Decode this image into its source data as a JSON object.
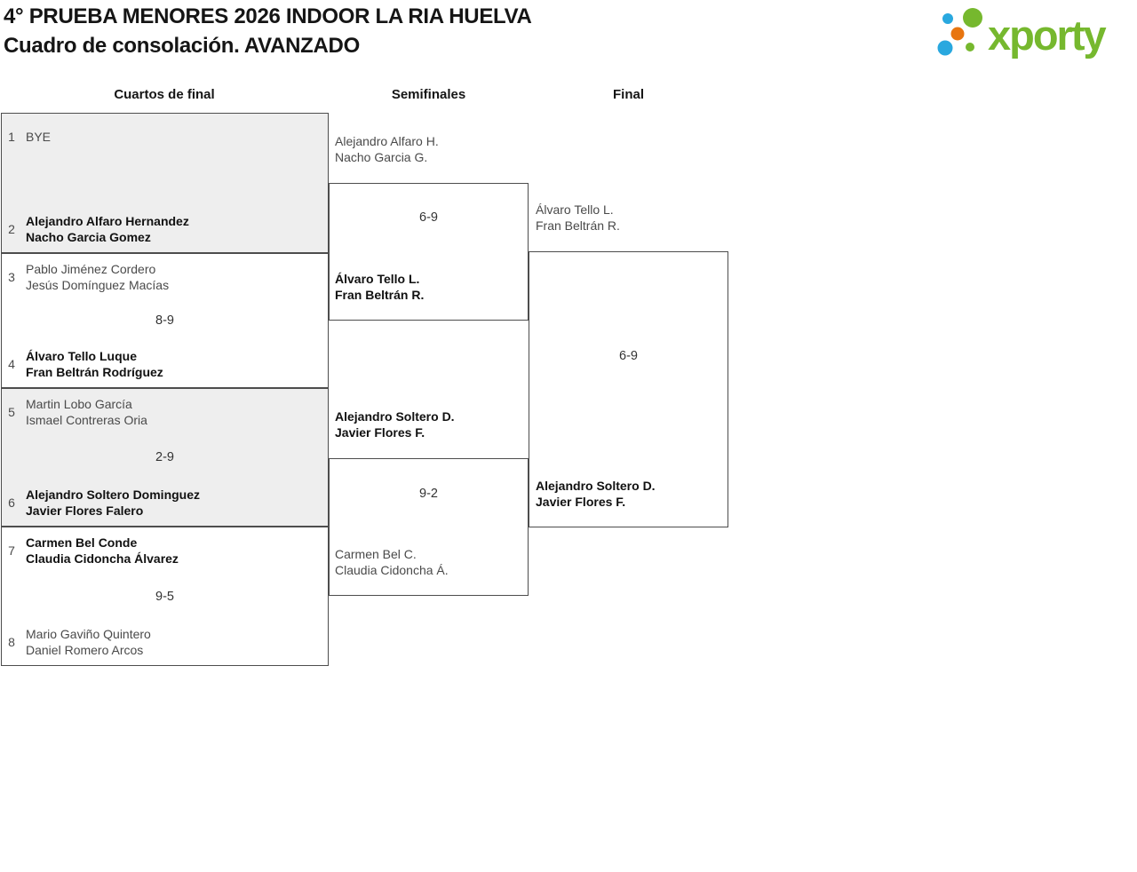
{
  "header": {
    "title_line1": "4° PRUEBA MENORES 2026 INDOOR LA RIA HUELVA",
    "title_line2": "Cuadro de consolación. AVANZADO"
  },
  "logo": {
    "text": "xporty",
    "text_color": "#76b82e",
    "dot_colors": {
      "green": "#76b82e",
      "blue": "#29a8df",
      "orange": "#e8750f"
    }
  },
  "columns": {
    "quarterfinals": "Cuartos de final",
    "semifinals": "Semifinales",
    "final": "Final"
  },
  "bracket": {
    "quarterfinals": [
      {
        "seed1": "1",
        "team1": [
          "BYE"
        ],
        "score": "",
        "seed2": "2",
        "team2": [
          "Alejandro Alfaro Hernandez",
          "Nacho Garcia Gomez"
        ],
        "winner": "team2"
      },
      {
        "seed1": "3",
        "team1": [
          "Pablo Jiménez Cordero",
          "Jesús Domínguez Macías"
        ],
        "score": "8-9",
        "seed2": "4",
        "team2": [
          "Álvaro Tello Luque",
          "Fran Beltrán Rodríguez"
        ],
        "winner": "team2"
      },
      {
        "seed1": "5",
        "team1": [
          "Martin Lobo García",
          "Ismael Contreras Oria"
        ],
        "score": "2-9",
        "seed2": "6",
        "team2": [
          "Alejandro Soltero Dominguez",
          "Javier Flores Falero"
        ],
        "winner": "team2"
      },
      {
        "seed1": "7",
        "team1": [
          "Carmen Bel Conde",
          "Claudia Cidoncha Álvarez"
        ],
        "score": "9-5",
        "seed2": "8",
        "team2": [
          "Mario Gaviño Quintero",
          "Daniel Romero Arcos"
        ],
        "winner": "team1"
      }
    ],
    "semifinals": [
      {
        "team1": [
          "Alejandro Alfaro H.",
          "Nacho Garcia G."
        ],
        "score": "6-9",
        "team2": [
          "Álvaro Tello L.",
          "Fran Beltrán R."
        ],
        "winner": "team2"
      },
      {
        "team1": [
          "Alejandro Soltero D.",
          "Javier Flores F."
        ],
        "score": "9-2",
        "team2": [
          "Carmen Bel C.",
          "Claudia Cidoncha Á."
        ],
        "winner": "team1"
      }
    ],
    "final": {
      "team1": [
        "Álvaro Tello L.",
        "Fran Beltrán R."
      ],
      "score": "6-9",
      "team2": [
        "Alejandro Soltero D.",
        "Javier Flores F."
      ],
      "winner": "team2"
    }
  },
  "colors": {
    "shaded_block": "#eeeeee",
    "border": "#4d4d4d",
    "name_normal": "#4a4a4a",
    "name_winner": "#111111"
  }
}
